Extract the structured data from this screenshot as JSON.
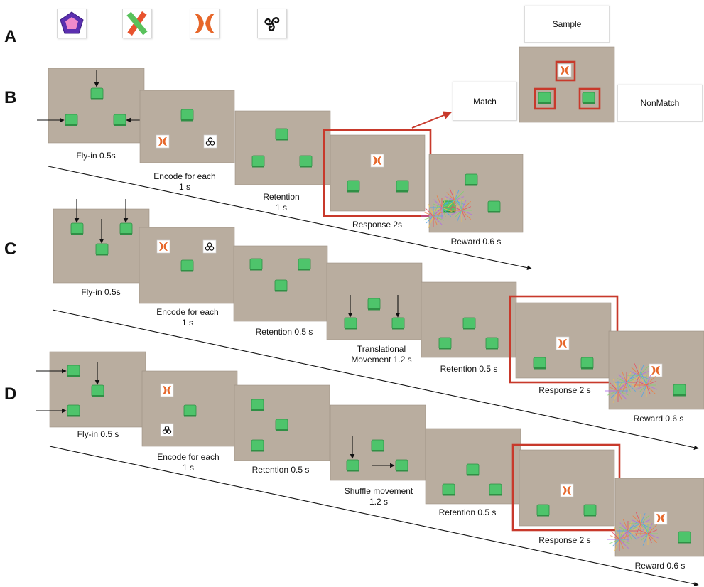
{
  "panels": {
    "a": "A",
    "b": "B",
    "c": "C",
    "d": "D"
  },
  "stimuli_icons": [
    "pentagon-icon",
    "crossed-bars-icon",
    "butterfly-icon",
    "triskelion-icon"
  ],
  "row_b": {
    "captions": {
      "fly_in": "Fly-in 0.5s",
      "encode_1": "Encode for each",
      "encode_2": "1 s",
      "retention_1": "Retention",
      "retention_2": "1 s",
      "response": "Response 2s",
      "reward": "Reward 0.6 s"
    },
    "inset": {
      "sample": "Sample",
      "match": "Match",
      "nonmatch": "NonMatch"
    }
  },
  "row_c": {
    "captions": {
      "fly_in": "Fly-in 0.5s",
      "encode_1": "Encode for each",
      "encode_2": "1 s",
      "retention": "Retention 0.5 s",
      "translational_1": "Translational",
      "translational_2": "Movement 1.2 s",
      "retention_b": "Retention 0.5 s",
      "response": "Response 2 s",
      "reward": "Reward 0.6 s"
    }
  },
  "row_d": {
    "captions": {
      "fly_in": "Fly-in 0.5 s",
      "encode_1": "Encode for each",
      "encode_2": "1 s",
      "retention": "Retention 0.5 s",
      "shuffle_1": "Shuffle movement",
      "shuffle_2": "1.2 s",
      "retention_b": "Retention 0.5 s",
      "response": "Response 2 s",
      "reward": "Reward 0.6 s"
    }
  },
  "colors": {
    "screen": "#b9ad9f",
    "screen_border": "#9d9184",
    "card": "#4ec46b",
    "card_dark": "#2f8f45",
    "highlight": "#c8392b",
    "orange": "#e7672a"
  }
}
